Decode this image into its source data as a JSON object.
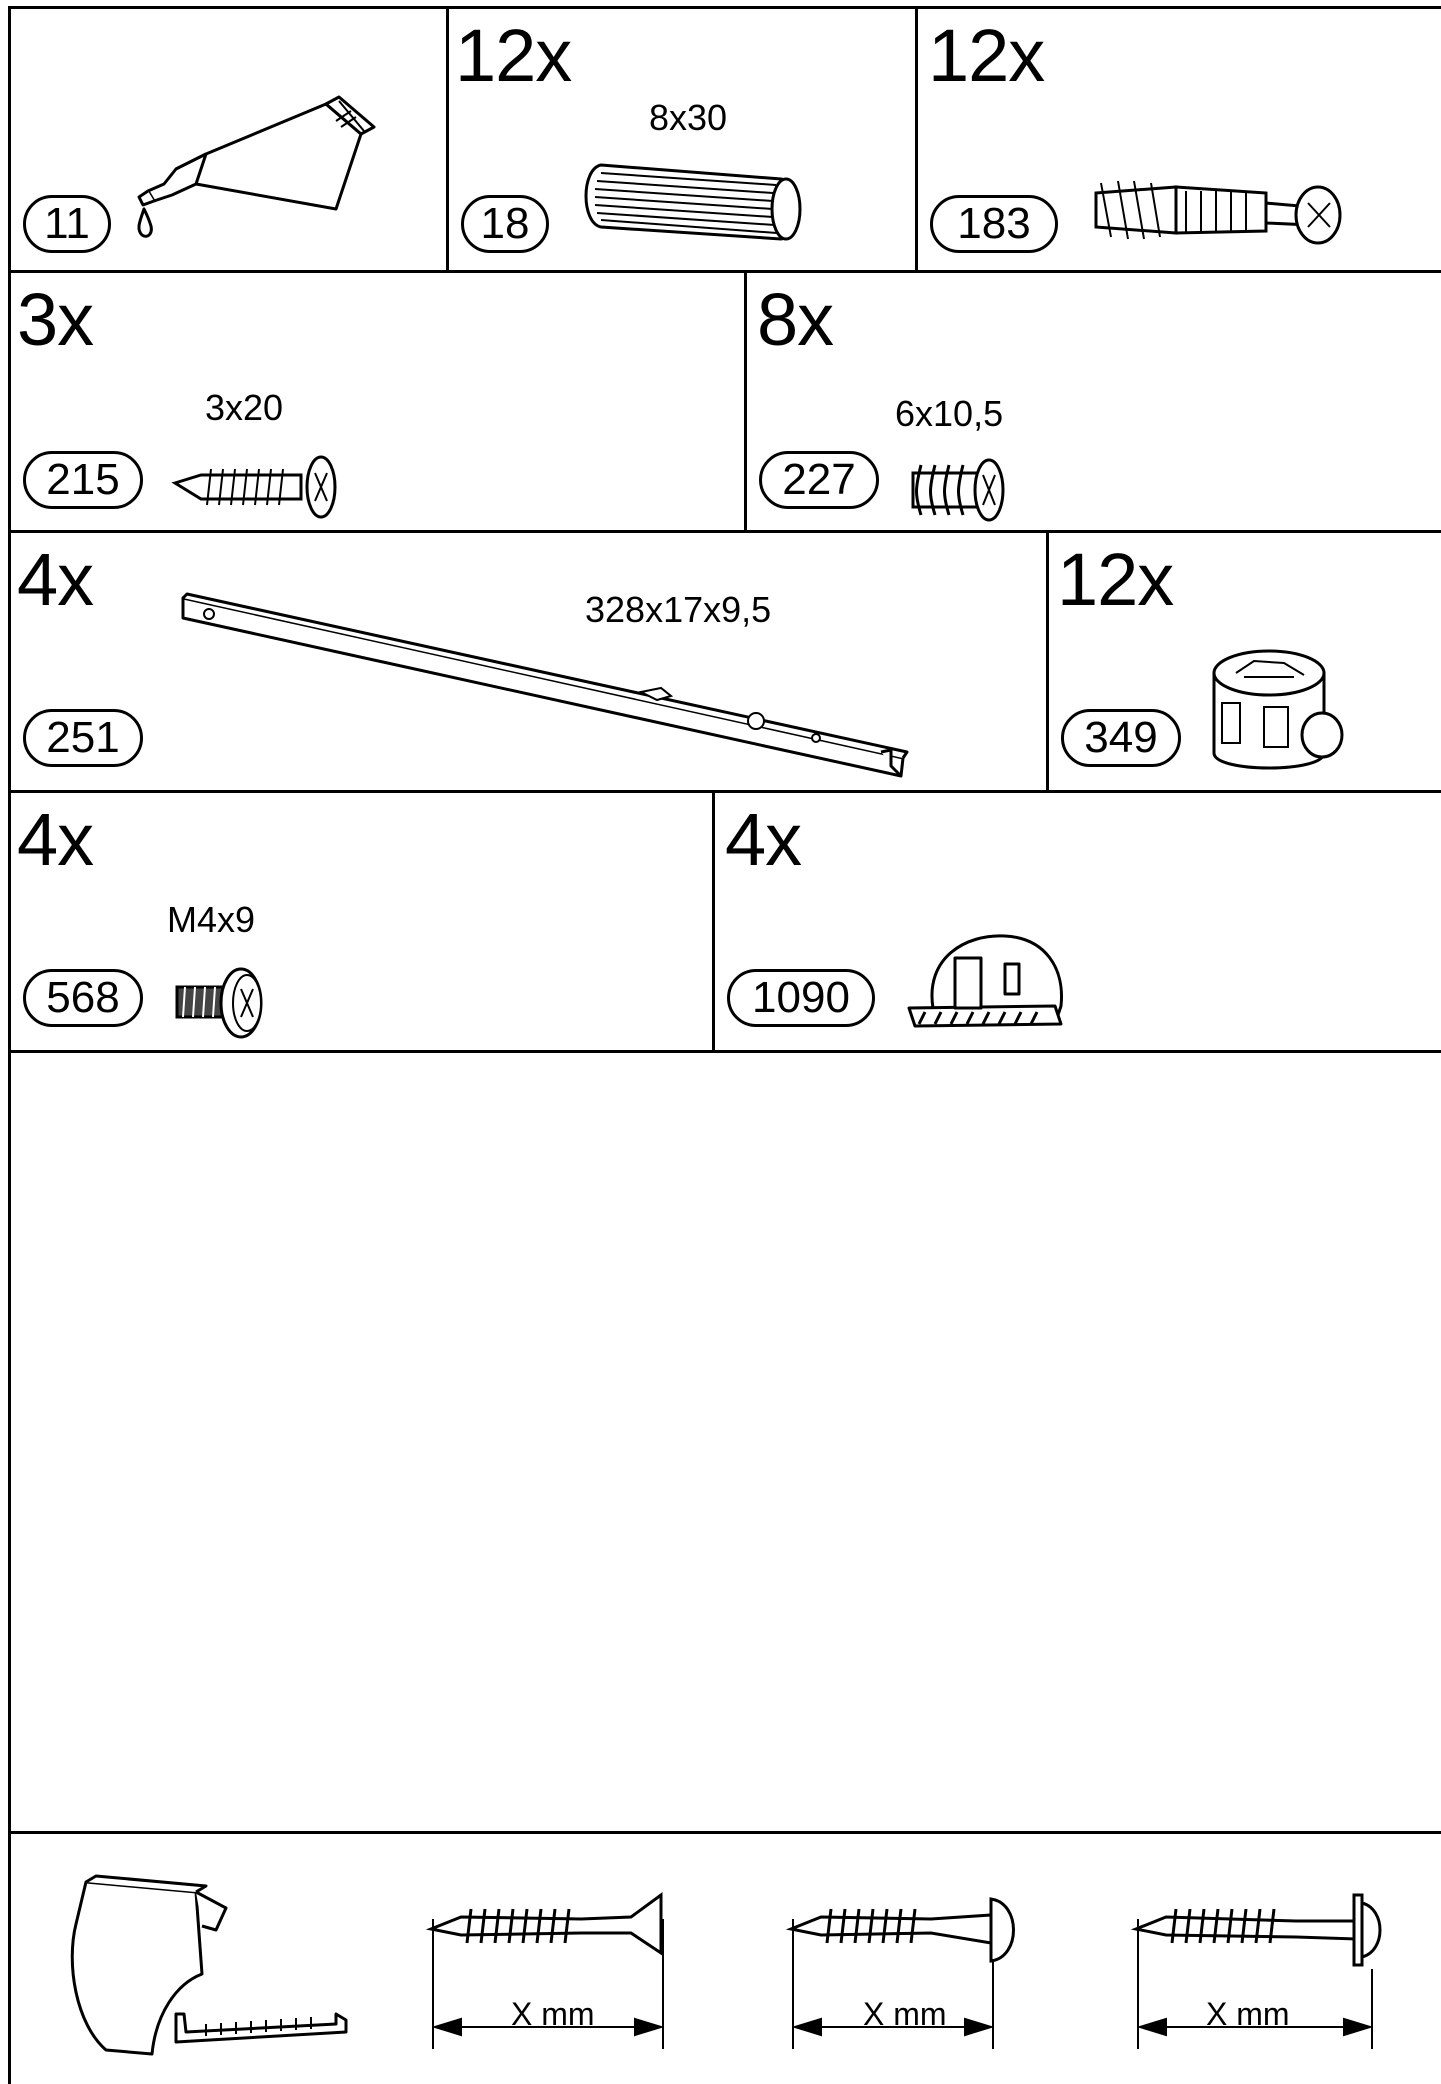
{
  "parts": [
    {
      "ref": "11",
      "qty": "",
      "dim": ""
    },
    {
      "ref": "18",
      "qty": "12x",
      "dim": "8x30"
    },
    {
      "ref": "183",
      "qty": "12x",
      "dim": ""
    },
    {
      "ref": "215",
      "qty": "3x",
      "dim": "3x20"
    },
    {
      "ref": "227",
      "qty": "8x",
      "dim": "6x10,5"
    },
    {
      "ref": "251",
      "qty": "4x",
      "dim": "328x17x9,5"
    },
    {
      "ref": "349",
      "qty": "12x",
      "dim": ""
    },
    {
      "ref": "568",
      "qty": "4x",
      "dim": "M4x9"
    },
    {
      "ref": "1090",
      "qty": "4x",
      "dim": ""
    }
  ],
  "footer": {
    "screws": [
      {
        "label": "X mm"
      },
      {
        "label": "X mm"
      },
      {
        "label": "X mm"
      }
    ]
  }
}
